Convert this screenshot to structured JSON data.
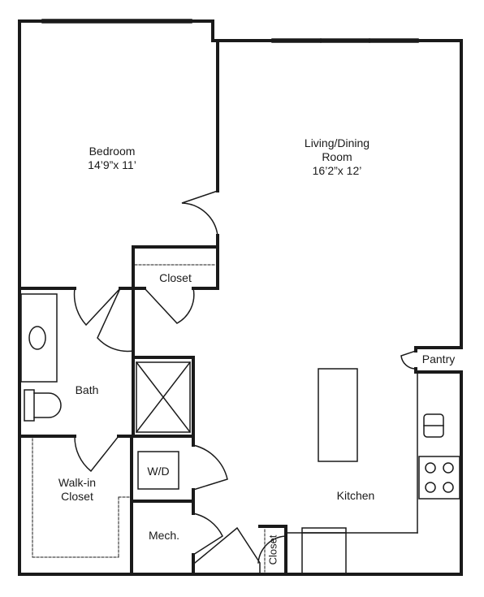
{
  "rooms": {
    "bedroom": {
      "name": "Bedroom",
      "dims": "14’9”x 11’"
    },
    "living": {
      "name_line1": "Living/Dining",
      "name_line2": "Room",
      "dims": "16’2”x 12’"
    },
    "closet_top": "Closet",
    "bath": "Bath",
    "walkin": {
      "line1": "Walk-in",
      "line2": "Closet"
    },
    "wd": "W/D",
    "mech": "Mech.",
    "kitchen": "Kitchen",
    "pantry": "Pantry",
    "closet_bottom": "Closet"
  },
  "colors": {
    "wall": "#1a1a1a",
    "background": "#ffffff"
  }
}
